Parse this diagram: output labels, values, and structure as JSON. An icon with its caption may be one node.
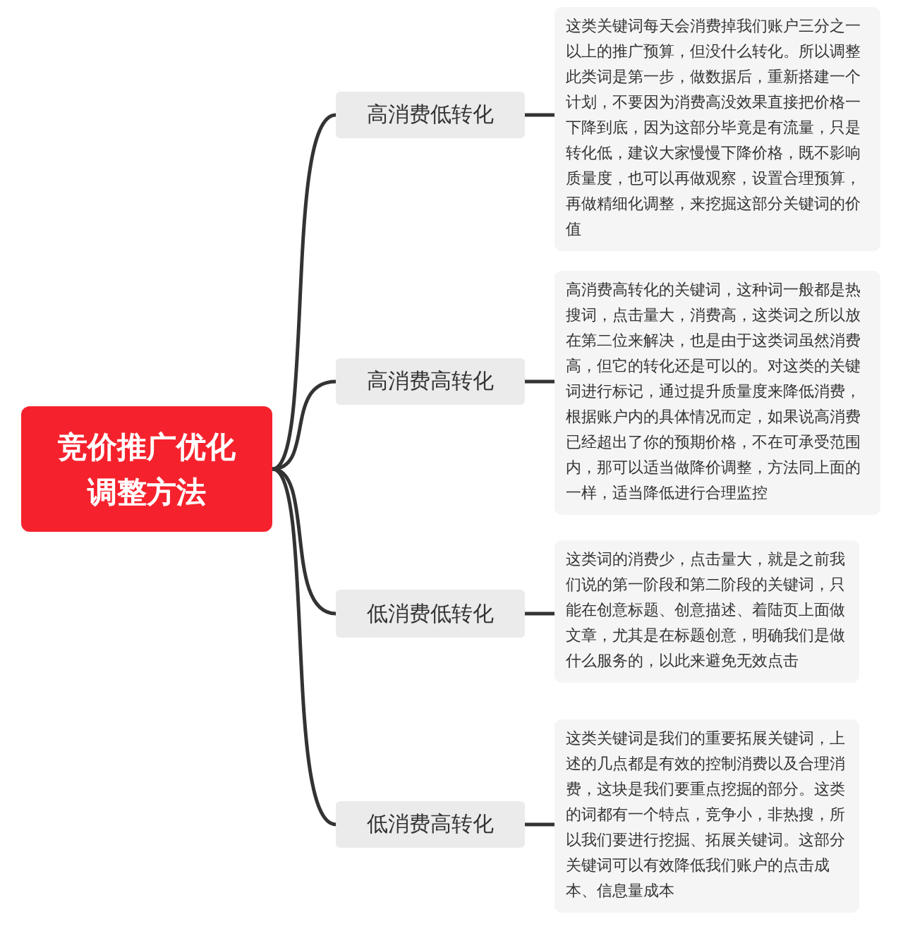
{
  "diagram": {
    "nodes": [
      {
        "text": [
          "竞价推广优化调整方法"
        ]
      },
      {
        "text": [
          "高消费低转化"
        ]
      },
      {
        "text": [
          "高消费高转化"
        ]
      },
      {
        "text": [
          "低消费低转化"
        ]
      },
      {
        "text": [
          "低消费高转化"
        ]
      },
      {
        "text": [
          "这类关键词每天会消费掉我们账户三分之一以上的推广预算，但没什么转化。所以调整此类词是第一步，做数据后，重新搭建一个计划，不要因为消费高没效果直接把价格一下降到底，因为这部分毕竟是有流量，只是转化低，建议大家慢慢下降价格，既不影响质量度，也可以再做观察，设置合理预算，再做精细化调整，来挖掘这部分关键词的价值"
        ]
      },
      {
        "text": [
          "高消费高转化的关键词，这种词一般都是热搜词，点击量大，消费高，这类词之所以放在第二位来解决，也是由于这类词虽然消费高，但它的转化还是可以的。对这类的关键词进行标记，通过提升质量度来降低消费，根据账户内的具体情况而定，如果说高消费已经超出了你的预期价格，不在可承受范围内，那可以适当做降价调整，方法同上面的一样，适当降低进行合理监控"
        ]
      },
      {
        "text": [
          "这类词的消费少，点击量大，就是之前我们说的第一阶段和第二阶段的关键词，只能在创意标题、创意描述、着陆页上面做文章，尤其是在标题创意，明确我们是做什么服务的，以此来避免无效点击"
        ]
      },
      {
        "text": [
          "这类关键词是我们的重要拓展关键词，上述的几点都是有效的控制消费以及合理消费，这块是我们要重点挖掘的部分。这类的词都有一个特点，竞争小，非热搜，所以我们要进行挖掘、拓展关键词。这部分关键词可以有效降低我们账户的点击成本、信息量成本"
        ]
      }
    ],
    "edges": [
      {
        "from": 0,
        "to": 1,
        "arrow": "none"
      },
      {
        "from": 0,
        "to": 2,
        "arrow": "none"
      },
      {
        "from": 0,
        "to": 3,
        "arrow": "none"
      },
      {
        "from": 0,
        "to": 4,
        "arrow": "none"
      },
      {
        "from": 1,
        "to": 5,
        "arrow": "none"
      },
      {
        "from": 2,
        "to": 6,
        "arrow": "none"
      },
      {
        "from": 3,
        "to": 7,
        "arrow": "none"
      },
      {
        "from": 4,
        "to": 8,
        "arrow": "none"
      }
    ]
  }
}
